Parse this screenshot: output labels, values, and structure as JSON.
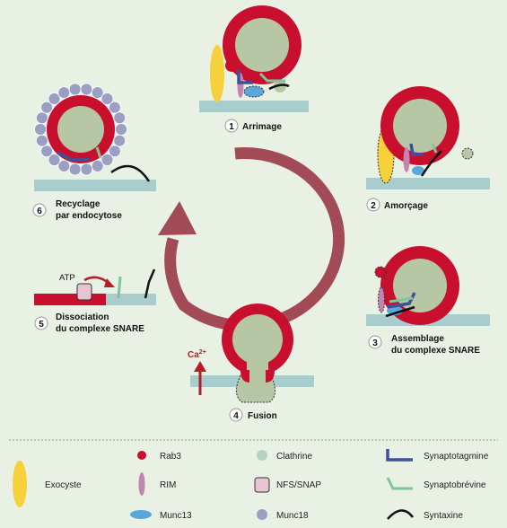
{
  "steps": [
    {
      "num": "1",
      "label": "Arrimage"
    },
    {
      "num": "2",
      "label": "Amorçage"
    },
    {
      "num": "3",
      "label_line1": "Assemblage",
      "label_line2": "du complexe SNARE"
    },
    {
      "num": "4",
      "label": "Fusion"
    },
    {
      "num": "5",
      "label_line1": "Dissociation",
      "label_line2": "du complexe SNARE"
    },
    {
      "num": "6",
      "label_line1": "Recyclage",
      "label_line2": "par endocytose"
    }
  ],
  "annotations": {
    "atp": "ATP",
    "calcium": "Ca",
    "calcium_sup": "2+"
  },
  "legend": {
    "exocyste": "Exocyste",
    "rab3": "Rab3",
    "rim": "RIM",
    "munc13": "Munc13",
    "clathrine": "Clathrine",
    "nfs_snap": "NFS/SNAP",
    "munc18": "Munc18",
    "synaptotagmine": "Synaptotagmine",
    "synaptobrevine": "Synaptobrévine",
    "syntaxine": "Syntaxine"
  },
  "colors": {
    "background": "#e9f1e4",
    "vesicle_red": "#c8102e",
    "vesicle_core": "#b7c7a5",
    "membrane": "#a9cccc",
    "exocyste_yellow": "#f7d13c",
    "rim_purple": "#c385b0",
    "munc13_blue": "#5aa7dc",
    "munc18_grey": "#9b9fc4",
    "clathrine_teal": "#b5d3c5",
    "synaptotagmine_blue": "#3f4f9c",
    "synaptobrevine_green": "#7fc59b",
    "syntaxine_black": "#111111",
    "cycle_arrow": "#a34a57"
  }
}
